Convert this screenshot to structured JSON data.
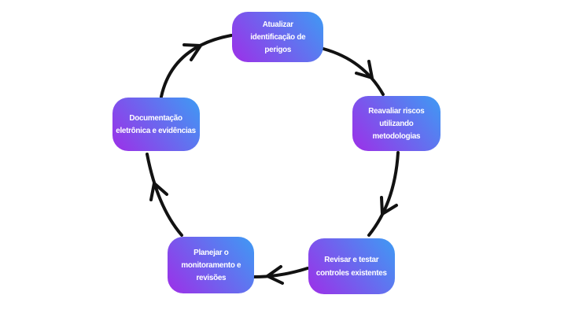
{
  "diagram": {
    "type": "cycle",
    "direction": "clockwise",
    "steps": [
      {
        "id": "update-hazard-identification",
        "position": "top",
        "label": "Atualizar\nidentificação de\nperigos"
      },
      {
        "id": "reassess-risks",
        "position": "right",
        "label": "Reavaliar riscos\nutilizando\nmetodologias"
      },
      {
        "id": "review-test-controls",
        "position": "bottom-right",
        "label": "Revisar e testar\ncontroles existentes"
      },
      {
        "id": "plan-monitoring-reviews",
        "position": "bottom-left",
        "label": "Planejar o\nmonitoramento e\nrevisões"
      },
      {
        "id": "electronic-documentation",
        "position": "left",
        "label": "Documentação\neletrônica e evidências"
      }
    ],
    "connections": [
      {
        "from": "update-hazard-identification",
        "to": "reassess-risks"
      },
      {
        "from": "reassess-risks",
        "to": "review-test-controls"
      },
      {
        "from": "review-test-controls",
        "to": "plan-monitoring-reviews"
      },
      {
        "from": "plan-monitoring-reviews",
        "to": "electronic-documentation"
      },
      {
        "from": "electronic-documentation",
        "to": "update-hazard-identification"
      }
    ],
    "colors": {
      "gradient_start": "#9D2FE8",
      "gradient_end": "#3E9BF4",
      "arrow": "#121212",
      "text": "#FFFFFF",
      "background": "#FFFFFF"
    }
  }
}
